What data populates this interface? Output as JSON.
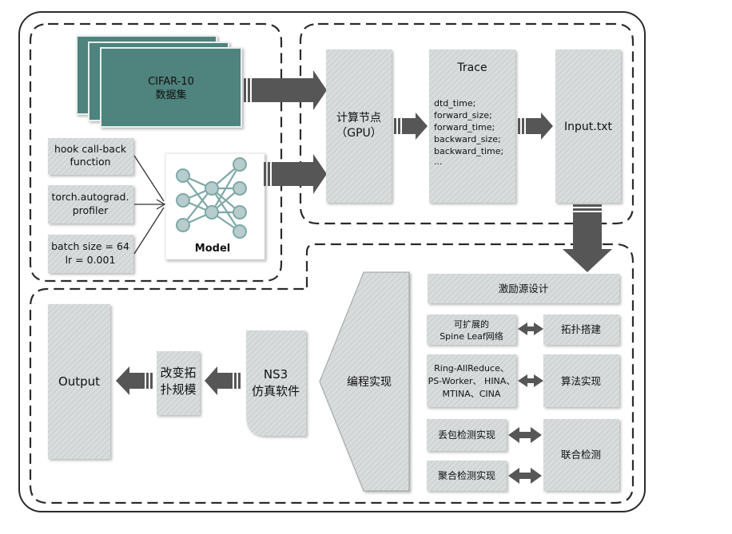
{
  "colors": {
    "teal": "#4f837d",
    "teal_edge": "#3a6a64",
    "box_fill": "#d6dada",
    "arrow": "#565656",
    "frame": "#2b2b2b"
  },
  "top_left": {
    "dataset": {
      "line1": "CIFAR-10",
      "line2": "数据集"
    },
    "hook": {
      "line1": "hook call-back",
      "line2": "function"
    },
    "profiler": {
      "line1": "torch.autograd.",
      "line2": "profiler"
    },
    "params": {
      "line1": "batch size = 64",
      "line2": "lr = 0.001"
    },
    "model_label": "Model"
  },
  "top_right": {
    "compute_node": {
      "line1": "计算节点",
      "line2": "（GPU）"
    },
    "trace": {
      "title": "Trace",
      "lines": [
        "dtd_time;",
        "forward_size;",
        "forward_time;",
        "backward_size;",
        "backward_time;",
        "..."
      ]
    },
    "input_file": "Input.txt"
  },
  "bottom": {
    "output": "Output",
    "change_topology": {
      "line1": "改变拓",
      "line2": "扑规模"
    },
    "ns3": {
      "line1": "NS3",
      "line2": "仿真软件"
    },
    "programming": "编程实现",
    "excitation_design": "激励源设计",
    "spine_leaf": {
      "line1": "可扩展的",
      "line2": "Spine Leaf网络"
    },
    "topology_build": "拓扑搭建",
    "algorithms": {
      "line1": "Ring-AllReduce、",
      "line2": "PS-Worker、 HINA、",
      "line3": "MTINA、CINA"
    },
    "algorithm_impl": "算法实现",
    "packet_loss": "丢包检测实现",
    "aggregation": "聚合检测实现",
    "joint_detection": "联合检测"
  }
}
